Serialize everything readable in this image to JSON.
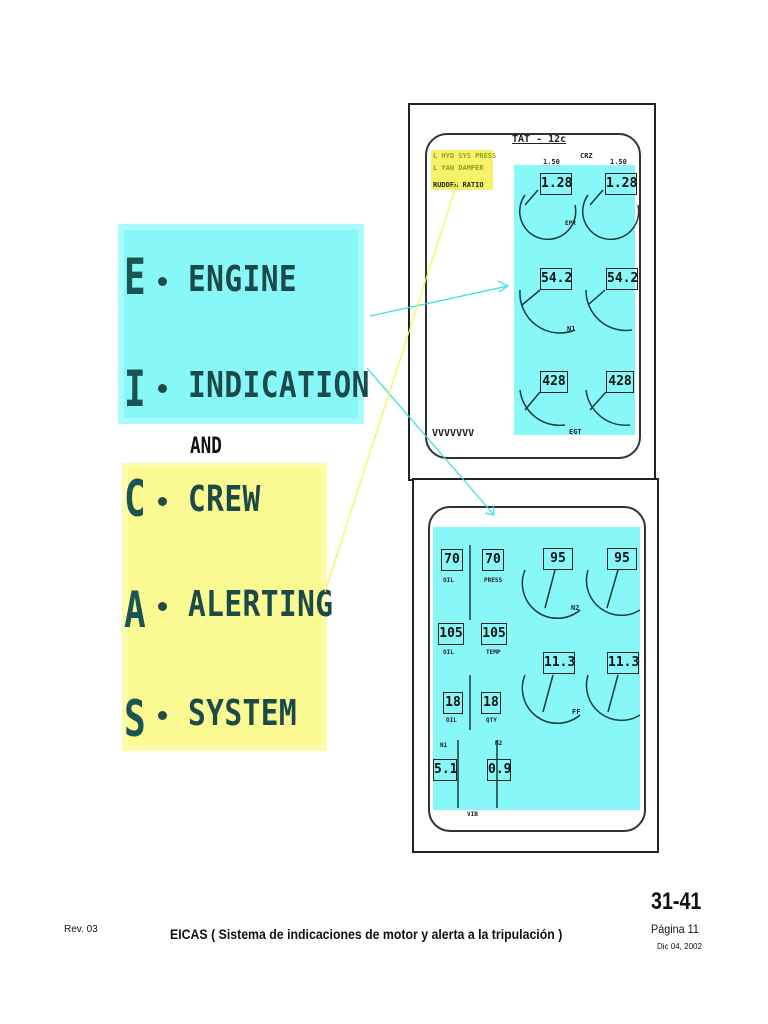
{
  "acronym": {
    "letters": [
      "E",
      "I",
      "C",
      "A",
      "S"
    ],
    "words": [
      "ENGINE",
      "INDICATION",
      "CREW",
      "ALERTING",
      "SYSTEM"
    ],
    "connector": "AND"
  },
  "upper_display": {
    "tat": "TAT - 12c",
    "alerts": [
      "L HYD SYS PRESS",
      "L YAW DAMPER",
      "RUDDER RATIO"
    ],
    "status_marks": "VVVVVVV",
    "crz_label": "CRZ",
    "epr_max": [
      "1.50",
      "1.50"
    ],
    "epr_values": [
      "1.28",
      "1.28"
    ],
    "epr_label": "EPR",
    "n1_values": [
      "54.2",
      "54.2"
    ],
    "n1_label": "N1",
    "egt_values": [
      "428",
      "428"
    ],
    "egt_label": "EGT"
  },
  "lower_display": {
    "oil_press": [
      "70",
      "70"
    ],
    "oil_label": "OIL",
    "press_label": "PRESS",
    "oil_temp": [
      "105",
      "105"
    ],
    "temp_label": "TEMP",
    "oil_qty": [
      "18",
      "18"
    ],
    "qty_label": "QTY",
    "n2_values": [
      "95",
      "95"
    ],
    "n2_label": "N2",
    "ff_values": [
      "11.3",
      "11.3"
    ],
    "ff_label": "FF",
    "vib_values": [
      "5.1",
      "0.9"
    ],
    "vib_label": "VIB",
    "vib_n1": "N1",
    "vib_n2": "N2"
  },
  "footer": {
    "rev": "Rev. 03",
    "title": "EICAS ( Sistema de indicaciones de motor y alerta a la tripulación )",
    "page_number": "31-41",
    "page_label": "Página 11",
    "date": "Dic 04, 2002"
  },
  "colors": {
    "cyan": "#88f7f7",
    "yellow": "#fbfa92",
    "text": "#1b5553"
  }
}
